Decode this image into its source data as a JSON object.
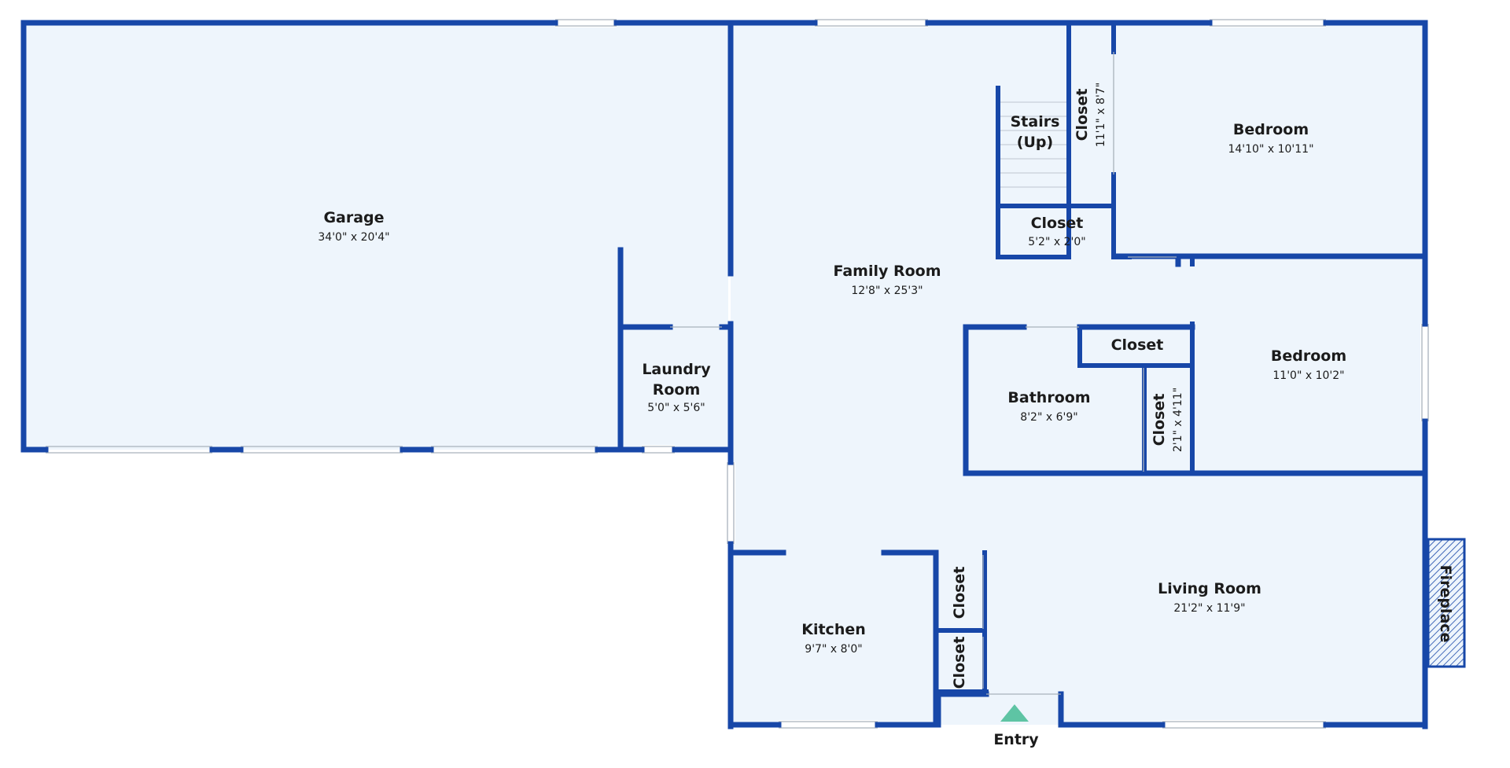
{
  "floorplan": {
    "rooms": {
      "garage": {
        "name": "Garage",
        "dims": "34'0\" x 20'4\""
      },
      "laundry": {
        "name_line1": "Laundry",
        "name_line2": "Room",
        "dims": "5'0\" x 5'6\""
      },
      "family_room": {
        "name": "Family Room",
        "dims": "12'8\" x 25'3\""
      },
      "stairs": {
        "name_line1": "Stairs",
        "name_line2": "(Up)"
      },
      "closet_top": {
        "name": "Closet",
        "dims": "11'1\" x 8'7\""
      },
      "closet_small": {
        "name": "Closet",
        "dims": "5'2\" x 2'0\""
      },
      "bedroom_1": {
        "name": "Bedroom",
        "dims": "14'10\" x 10'11\""
      },
      "closet_mid": {
        "name": "Closet"
      },
      "bedroom_2": {
        "name": "Bedroom",
        "dims": "11'0\" x 10'2\""
      },
      "bathroom": {
        "name": "Bathroom",
        "dims": "8'2\" x 6'9\""
      },
      "closet_bath": {
        "name": "Closet",
        "dims": "2'1\" x 4'11\""
      },
      "living_room": {
        "name": "Living Room",
        "dims": "21'2\" x 11'9\""
      },
      "fireplace": {
        "name": "Fireplace"
      },
      "kitchen": {
        "name": "Kitchen",
        "dims": "9'7\" x 8'0\""
      },
      "closet_k1": {
        "name": "Closet"
      },
      "closet_k2": {
        "name": "Closet"
      }
    },
    "entry": {
      "label": "Entry"
    },
    "colors": {
      "wall": "#1747a8",
      "floor": "#eef5fc",
      "entry_arrow": "#5ec4a4"
    }
  }
}
